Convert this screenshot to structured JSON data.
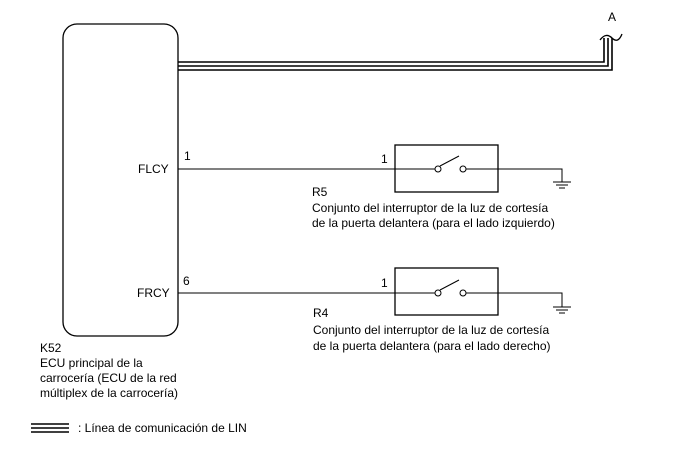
{
  "connector_a": {
    "label": "A"
  },
  "ecu": {
    "code": "K52",
    "name_lines": [
      "ECU principal de la",
      "carrocería (ECU de la red",
      "múltiplex de la carrocería)"
    ],
    "terminals": [
      {
        "signal": "FLCY",
        "pin": "1"
      },
      {
        "signal": "FRCY",
        "pin": "6"
      }
    ]
  },
  "switches": [
    {
      "code": "R5",
      "pin": "1",
      "desc_lines": [
        "Conjunto del interruptor de la luz de cortesía",
        "de la puerta delantera (para el lado izquierdo)"
      ]
    },
    {
      "code": "R4",
      "pin": "1",
      "desc_lines": [
        "Conjunto del interruptor de la luz de cortesía",
        "de la puerta delantera (para el lado derecho)"
      ]
    }
  ],
  "legend": {
    "text": ": Línea de comunicación de LIN"
  }
}
